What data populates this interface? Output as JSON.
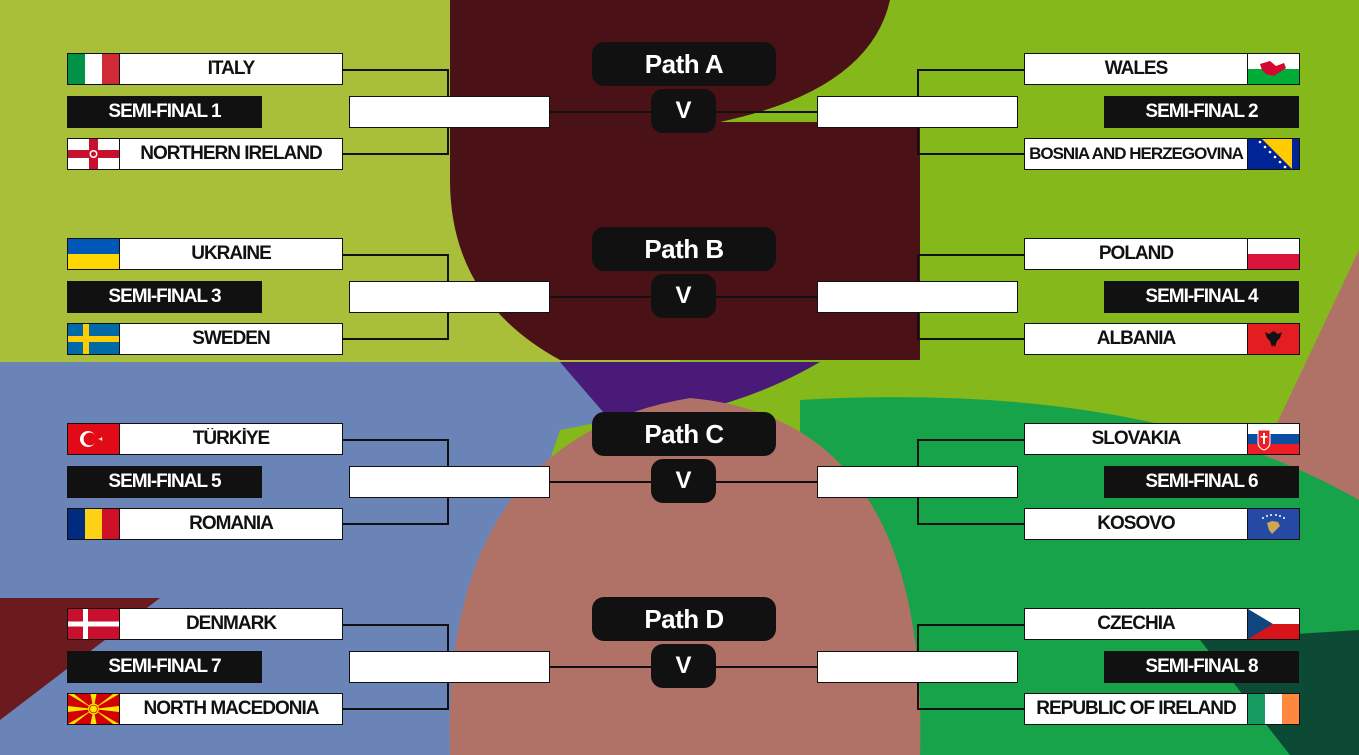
{
  "paths": [
    {
      "label": "Path A",
      "vs": "V",
      "left": {
        "team1": "ITALY",
        "flag1": "italy",
        "sf": "SEMI-FINAL 1",
        "team2": "NORTHERN IRELAND",
        "flag2": "northern-ireland"
      },
      "right": {
        "team1": "WALES",
        "flag1": "wales",
        "sf": "SEMI-FINAL 2",
        "team2": "BOSNIA AND HERZEGOVINA",
        "flag2": "bosnia-and-herzegovina"
      }
    },
    {
      "label": "Path B",
      "vs": "V",
      "left": {
        "team1": "UKRAINE",
        "flag1": "ukraine",
        "sf": "SEMI-FINAL 3",
        "team2": "SWEDEN",
        "flag2": "sweden"
      },
      "right": {
        "team1": "POLAND",
        "flag1": "poland",
        "sf": "SEMI-FINAL 4",
        "team2": "ALBANIA",
        "flag2": "albania"
      }
    },
    {
      "label": "Path C",
      "vs": "V",
      "left": {
        "team1": "TÜRKİYE",
        "flag1": "turkiye",
        "sf": "SEMI-FINAL 5",
        "team2": "ROMANIA",
        "flag2": "romania"
      },
      "right": {
        "team1": "SLOVAKIA",
        "flag1": "slovakia",
        "sf": "SEMI-FINAL 6",
        "team2": "KOSOVO",
        "flag2": "kosovo"
      }
    },
    {
      "label": "Path D",
      "vs": "V",
      "left": {
        "team1": "DENMARK",
        "flag1": "denmark",
        "sf": "SEMI-FINAL 7",
        "team2": "NORTH MACEDONIA",
        "flag2": "north-macedonia"
      },
      "right": {
        "team1": "CZECHIA",
        "flag1": "czechia",
        "sf": "SEMI-FINAL 8",
        "team2": "REPUBLIC OF IRELAND",
        "flag2": "republic-of-ireland"
      }
    }
  ],
  "colors": {
    "lime_light": "#a9bf3a",
    "lime": "#84b81b",
    "maroon": "#4a1216",
    "dark_red": "#6b1a1e",
    "salmon": "#b07266",
    "blue": "#6a84b8",
    "purple": "#4a1a78",
    "green": "#16a34a",
    "dark_green": "#0d4a36",
    "panel": "#111111"
  }
}
